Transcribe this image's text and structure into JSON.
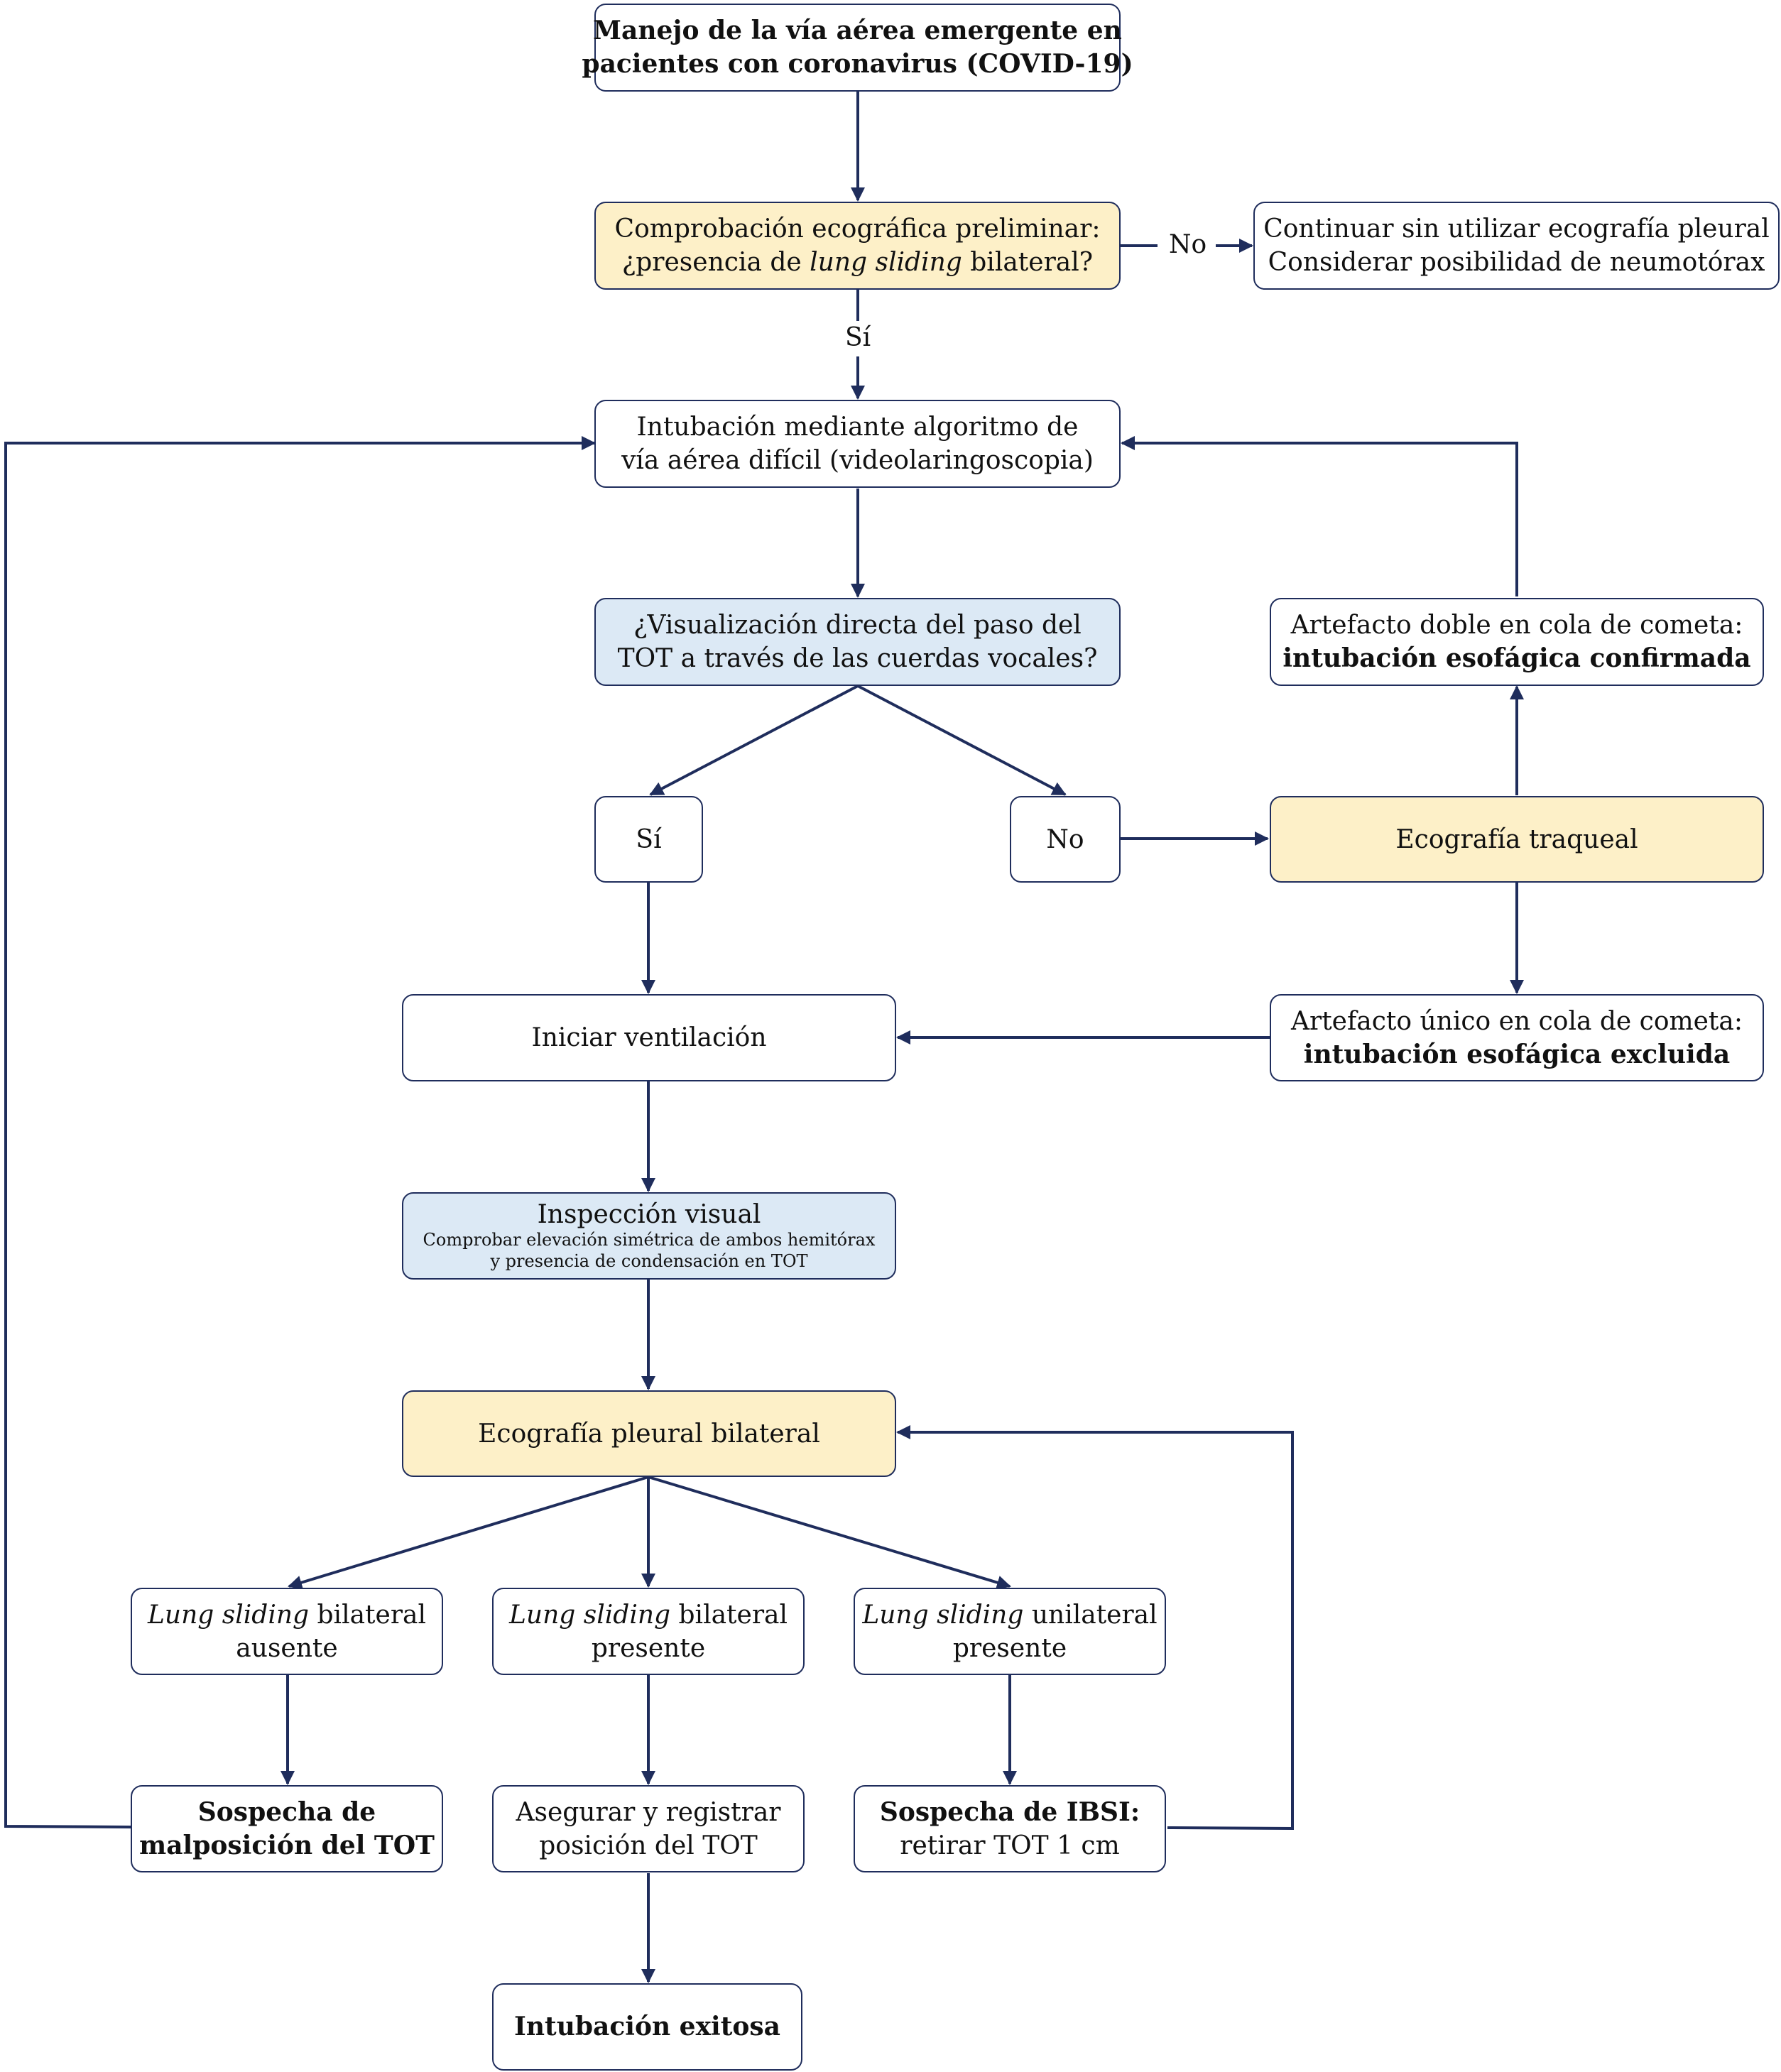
{
  "colors": {
    "stroke": "#1f2d5c",
    "yellow_fill": "#fdf0c8",
    "blue_fill": "#dce9f5",
    "white_fill": "#ffffff"
  },
  "nodes": {
    "title": {
      "line1": "Manejo de la vía aérea emergente en",
      "line2": "pacientes con coronavirus (COVID-19)"
    },
    "preliminary": {
      "line1": "Comprobación ecográfica preliminar:",
      "line2_pre": "¿presencia de ",
      "line2_em": "lung sliding",
      "line2_post": " bilateral?"
    },
    "no_pleural": {
      "line1": "Continuar sin utilizar ecografía pleural",
      "line2": "Considerar posibilidad de neumotórax"
    },
    "intubation": {
      "line1": "Intubación mediante algoritmo de",
      "line2": "vía aérea difícil (videolaringoscopia)"
    },
    "visualization": {
      "line1": "¿Visualización directa del paso del",
      "line2": "TOT a través de las cuerdas vocales?"
    },
    "double_artifact": {
      "line1": "Artefacto doble en cola de cometa:",
      "line2": "intubación esofágica confirmada"
    },
    "yes_box": {
      "text": "Sí"
    },
    "no_box": {
      "text": "No"
    },
    "tracheal_us": {
      "text": "Ecografía traqueal"
    },
    "start_ventilation": {
      "text": "Iniciar ventilación"
    },
    "single_artifact": {
      "line1": "Artefacto único en cola de cometa:",
      "line2": "intubación esofágica excluida"
    },
    "visual_inspection": {
      "line1": "Inspección visual",
      "line2": "Comprobar elevación simétrica de ambos hemitórax",
      "line3": "y presencia de condensación en TOT"
    },
    "pleural_us": {
      "text": "Ecografía pleural bilateral"
    },
    "ls_absent": {
      "em": "Lung sliding",
      "post": " bilateral",
      "line2": "ausente"
    },
    "ls_present": {
      "em": "Lung sliding",
      "post": " bilateral",
      "line2": "presente"
    },
    "ls_unilateral": {
      "em": "Lung sliding",
      "post": " unilateral",
      "line2": "presente"
    },
    "malposition": {
      "line1": "Sospecha de",
      "line2": "malposición del TOT"
    },
    "secure": {
      "line1": "Asegurar y registrar",
      "line2": "posición del TOT"
    },
    "ibsi": {
      "line1": "Sospecha de IBSI:",
      "line2": "retirar TOT 1 cm"
    },
    "success": {
      "text": "Intubación exitosa"
    }
  },
  "edge_labels": {
    "no": "No",
    "si": "Sí"
  }
}
